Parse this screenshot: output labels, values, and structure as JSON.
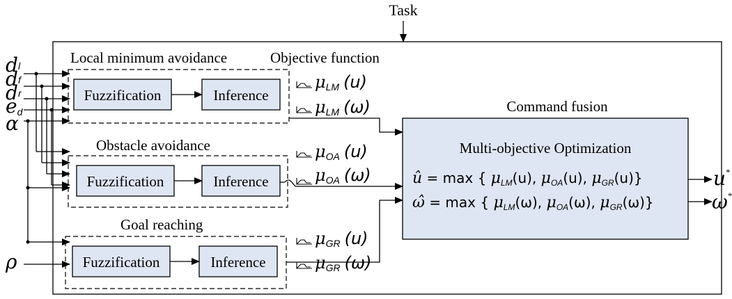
{
  "task_label": "Task",
  "inputs": [
    "d",
    "d",
    "d",
    "e",
    "α",
    "ρ"
  ],
  "input_subs": [
    "l",
    "f",
    "r",
    "d"
  ],
  "blocks": {
    "local_minimum": {
      "title": "Local minimum avoidance",
      "fuzz": "Fuzzification",
      "infer": "Inference"
    },
    "obstacle": {
      "title": "Obstacle avoidance",
      "fuzz": "Fuzzification",
      "infer": "Inference"
    },
    "goal": {
      "title": "Goal reaching",
      "fuzz": "Fuzzification",
      "infer": "Inference"
    }
  },
  "objective_function_label": "Objective function",
  "mu_symbol": "μ",
  "objectives": [
    {
      "sub": "LM",
      "arg": "(u)"
    },
    {
      "sub": "LM",
      "arg": "(ω)"
    },
    {
      "sub": "OA",
      "arg": "(u)"
    },
    {
      "sub": "OA",
      "arg": "(ω)"
    },
    {
      "sub": "GR",
      "arg": "(u)"
    },
    {
      "sub": "GR",
      "arg": "(ω)"
    }
  ],
  "fusion": {
    "title": "Command fusion",
    "subtitle": "Multi-objective Optimization",
    "eq1": {
      "lhs": "û",
      "op": " = max { ",
      "a": "μ",
      "sa": "LM",
      "aa": "(u), ",
      "b": "μ",
      "sb": "OA",
      "ab": "(u), ",
      "c": "μ",
      "sc": "GR",
      "ac": "(u)}"
    },
    "eq2": {
      "lhs": "ω̂",
      "op": " = max { ",
      "a": "μ",
      "sa": "LM",
      "aa": "(ω), ",
      "b": "μ",
      "sb": "OA",
      "ab": "(ω), ",
      "c": "μ",
      "sc": "GR",
      "ac": "(ω)}"
    }
  },
  "outputs": [
    {
      "sym": "u",
      "sup": "*"
    },
    {
      "sym": "ω",
      "sup": "*"
    }
  ],
  "colors": {
    "block_fill": "#dfe6f3",
    "line": "#000000"
  }
}
